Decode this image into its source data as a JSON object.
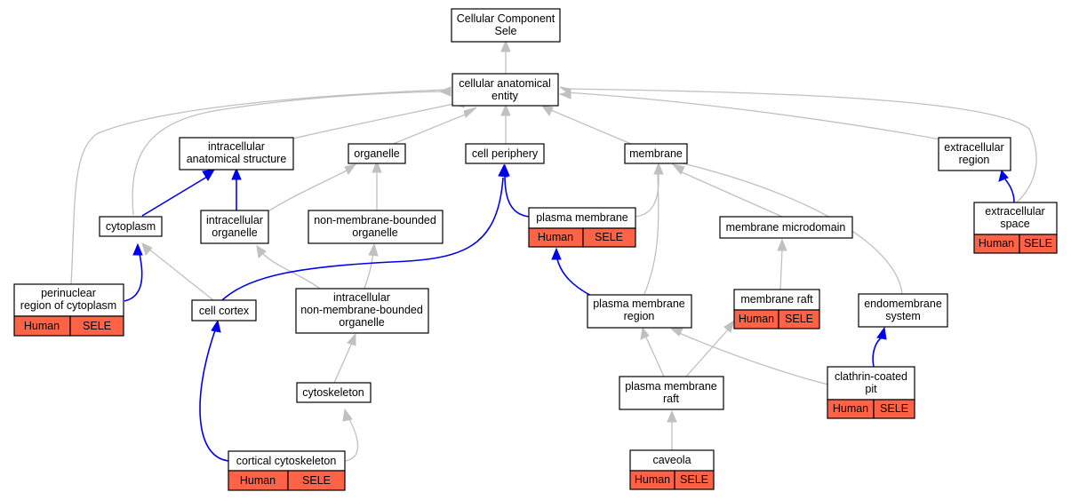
{
  "colors": {
    "annotation_fill": "#ff6347",
    "is_a_edge": "#c0c0c0",
    "part_of_edge": "#0000ee"
  },
  "nodes": {
    "root": {
      "line1": "Cellular Component",
      "line2": "Sele"
    },
    "cae": {
      "line1": "cellular anatomical",
      "line2": "entity"
    },
    "ias": {
      "line1": "intracellular",
      "line2": "anatomical structure"
    },
    "organelle": {
      "line1": "organelle"
    },
    "cellperiphery": {
      "line1": "cell periphery"
    },
    "membrane": {
      "line1": "membrane"
    },
    "ecr": {
      "line1": "extracellular",
      "line2": "region"
    },
    "cytoplasm": {
      "line1": "cytoplasm"
    },
    "io": {
      "line1": "intracellular",
      "line2": "organelle"
    },
    "nmbo": {
      "line1": "non-membrane-bounded",
      "line2": "organelle"
    },
    "pm": {
      "line1": "plasma membrane",
      "tag1": "Human",
      "tag2": "SELE"
    },
    "mmd": {
      "line1": "membrane microdomain"
    },
    "ecs": {
      "line1": "extracellular",
      "line2": "space",
      "tag1": "Human",
      "tag2": "SELE"
    },
    "perinuclear": {
      "line1": "perinuclear",
      "line2": "region of cytoplasm",
      "tag1": "Human",
      "tag2": "SELE"
    },
    "cellcortex": {
      "line1": "cell cortex"
    },
    "inmbo": {
      "line1": "intracellular",
      "line2": "non-membrane-bounded",
      "line3": "organelle"
    },
    "pmr": {
      "line1": "plasma membrane",
      "line2": "region"
    },
    "mraft": {
      "line1": "membrane raft",
      "tag1": "Human",
      "tag2": "SELE"
    },
    "endo": {
      "line1": "endomembrane",
      "line2": "system"
    },
    "cytoskeleton": {
      "line1": "cytoskeleton"
    },
    "pmraft": {
      "line1": "plasma membrane",
      "line2": "raft"
    },
    "ccp": {
      "line1": "clathrin-coated",
      "line2": "pit",
      "tag1": "Human",
      "tag2": "SELE"
    },
    "cortcyto": {
      "line1": "cortical cytoskeleton",
      "tag1": "Human",
      "tag2": "SELE"
    },
    "caveola": {
      "line1": "caveola",
      "tag1": "Human",
      "tag2": "SELE"
    }
  }
}
